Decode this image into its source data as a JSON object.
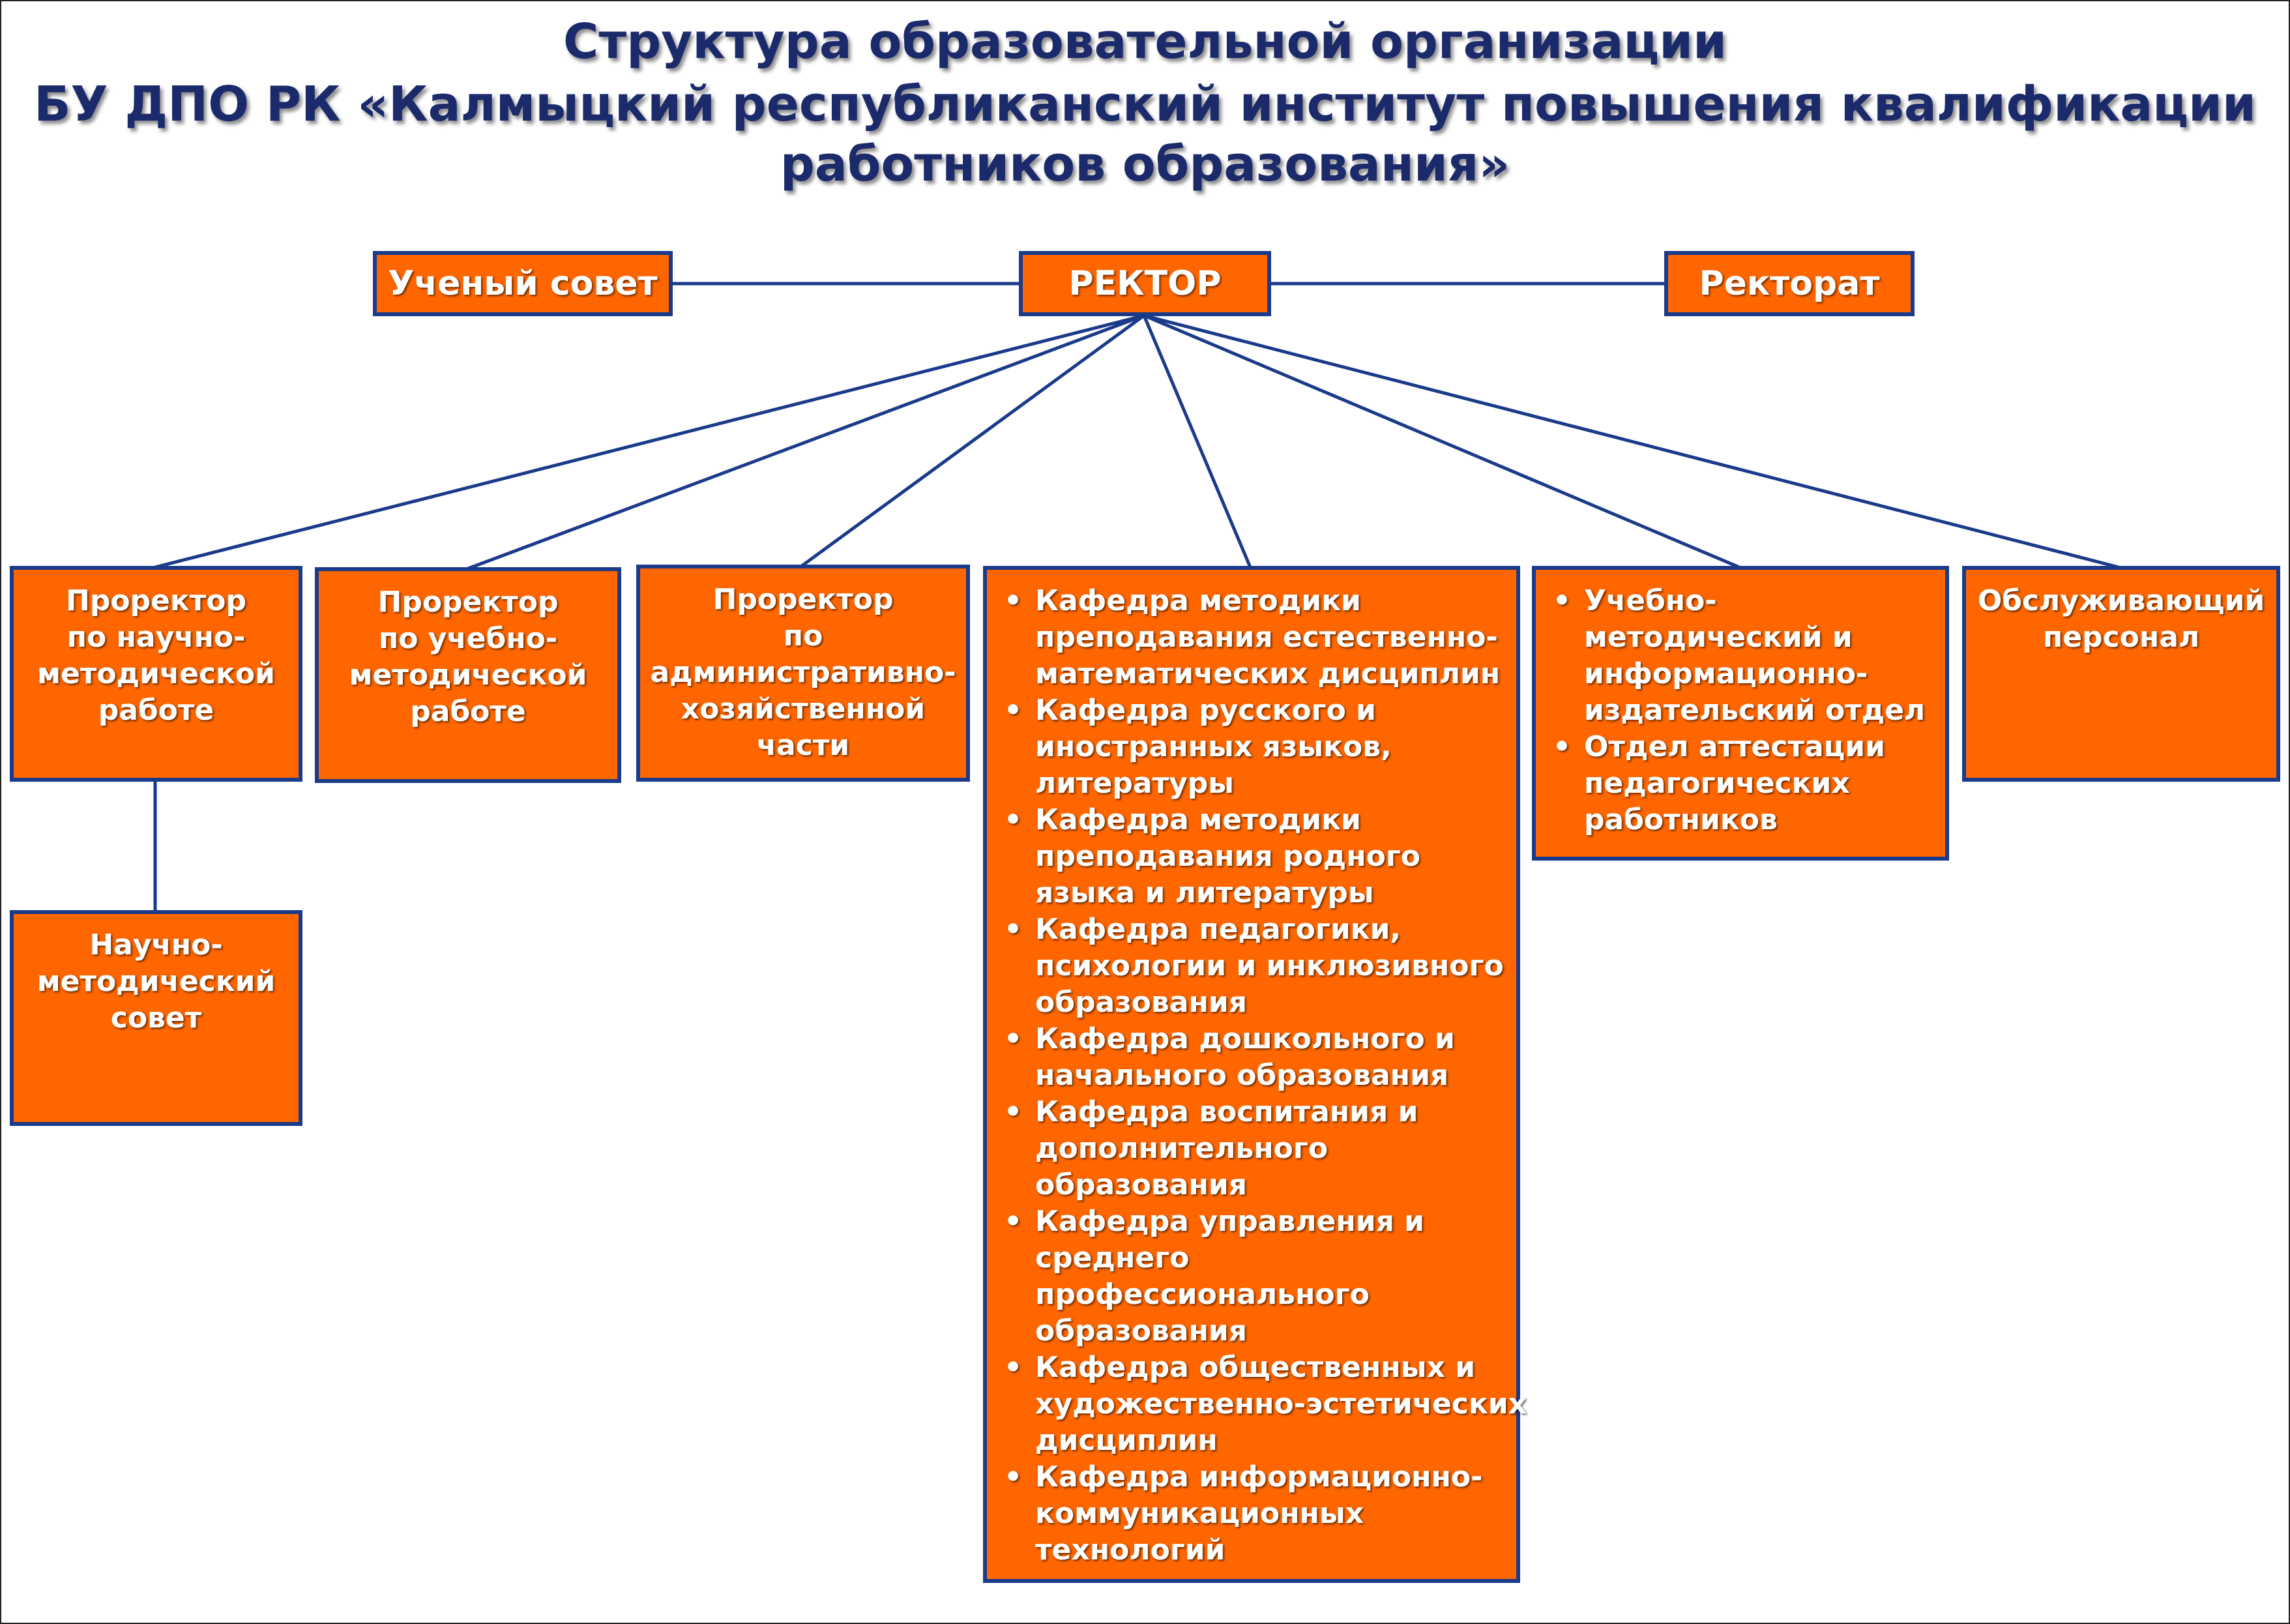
{
  "title": {
    "lines": [
      "Структура образовательной организации",
      "БУ ДПО РК  «Калмыцкий республиканский  институт повышения квалификации",
      "работников образования»"
    ]
  },
  "top_row": {
    "council": "Ученый совет",
    "rector": "РЕКТОР",
    "rectorate": "Ректорат"
  },
  "prorectors": {
    "scientific": [
      "Проректор",
      "по научно-",
      "методической",
      "работе"
    ],
    "educational": [
      "Проректор",
      "по учебно-",
      "методической",
      "работе"
    ],
    "administrative": [
      "Проректор",
      "по",
      "административно-",
      "хозяйственной",
      "части"
    ]
  },
  "scientific_council": [
    "Научно-",
    "методический",
    "совет"
  ],
  "departments": [
    [
      "Кафедра методики",
      "преподавания естественно-",
      "математических дисциплин"
    ],
    [
      "Кафедра русского и",
      "иностранных языков,",
      "литературы"
    ],
    [
      "Кафедра методики",
      "преподавания родного",
      "языка и литературы"
    ],
    [
      "Кафедра педагогики,",
      "психологии и инклюзивного",
      "образования"
    ],
    [
      "Кафедра  дошкольного и",
      "начального образования"
    ],
    [
      "Кафедра воспитания и",
      "дополнительного",
      "образования"
    ],
    [
      "Кафедра  управления  и",
      "среднего",
      "профессионального",
      "образования"
    ],
    [
      "Кафедра общественных и",
      "художественно-эстетических",
      "дисциплин"
    ],
    [
      "Кафедра информационно-",
      "коммуникационных",
      "технологий"
    ]
  ],
  "units": [
    [
      "Учебно-",
      "методический и",
      "информационно-",
      "издательский отдел"
    ],
    [
      "Отдел аттестации",
      "педагогических",
      "работников"
    ]
  ],
  "service_staff": [
    "Обслуживающий",
    "персонал"
  ],
  "colors": {
    "title": "#1b2a6b",
    "box_fill": "#ff6600",
    "box_border": "#1a3a8a",
    "line": "#1a3a8a"
  }
}
